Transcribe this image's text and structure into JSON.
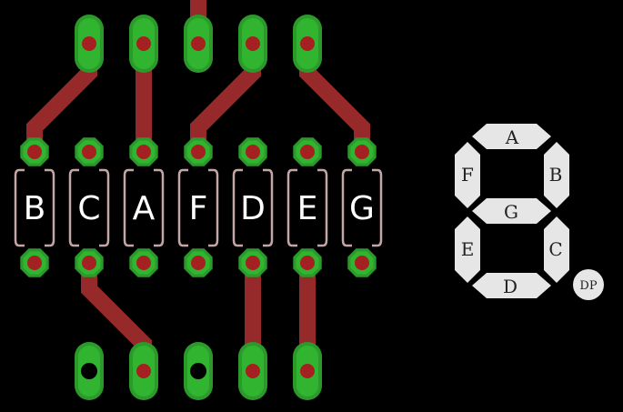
{
  "pcb": {
    "colors": {
      "background": "#000000",
      "trace": "#962929",
      "pad_outer": "#2b9a2b",
      "pad_inner": "#31b531",
      "drill": "#a52020",
      "hole": "#000000",
      "resistor_outline": "#c4a6a6",
      "label": "#ffffff"
    },
    "resistors": [
      {
        "label": "B"
      },
      {
        "label": "C"
      },
      {
        "label": "A"
      },
      {
        "label": "F"
      },
      {
        "label": "D"
      },
      {
        "label": "E"
      },
      {
        "label": "G"
      }
    ]
  },
  "display": {
    "colors": {
      "segment_fill": "#e6e6e6",
      "segment_text": "#222222"
    },
    "segments": {
      "a": "A",
      "b": "B",
      "c": "C",
      "d": "D",
      "e": "E",
      "f": "F",
      "g": "G",
      "dp": "DP"
    }
  }
}
